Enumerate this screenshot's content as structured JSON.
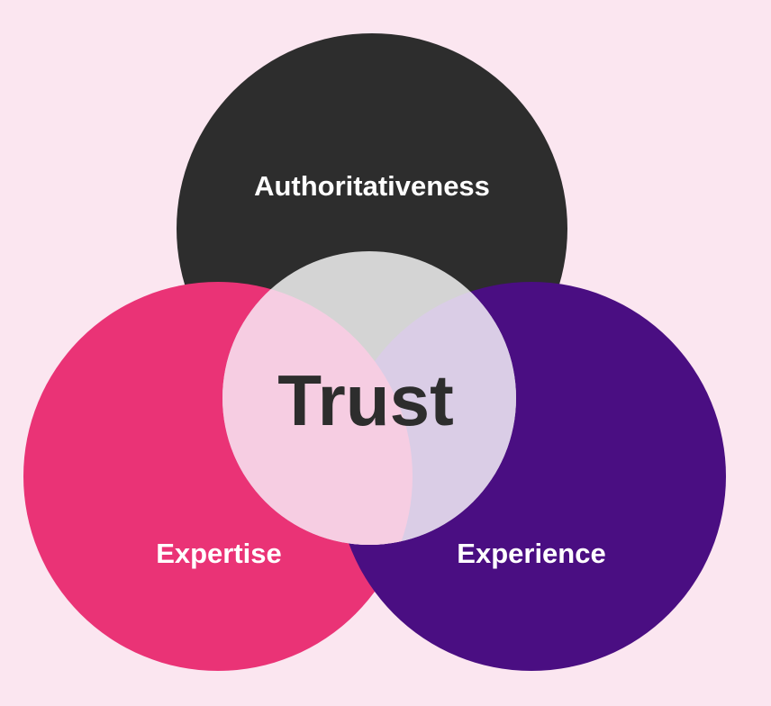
{
  "diagram": {
    "type": "venn",
    "background_color": "#fbe6f0",
    "center": {
      "label": "Trust",
      "text_color": "#2d2d2d",
      "fill_color": "#ffffff",
      "overlap_colors": {
        "with_authoritativeness": "#d4d4d4",
        "with_expertise": "#f6cde2",
        "with_experience": "#dacde6"
      }
    },
    "circles": [
      {
        "id": "authoritativeness",
        "label": "Authoritativeness",
        "fill_color": "#2d2d2d",
        "text_color": "#ffffff",
        "position": "top"
      },
      {
        "id": "expertise",
        "label": "Expertise",
        "fill_color": "#ea3376",
        "text_color": "#ffffff",
        "position": "bottom-left"
      },
      {
        "id": "experience",
        "label": "Experience",
        "fill_color": "#4a0e82",
        "text_color": "#ffffff",
        "position": "bottom-right"
      }
    ]
  }
}
